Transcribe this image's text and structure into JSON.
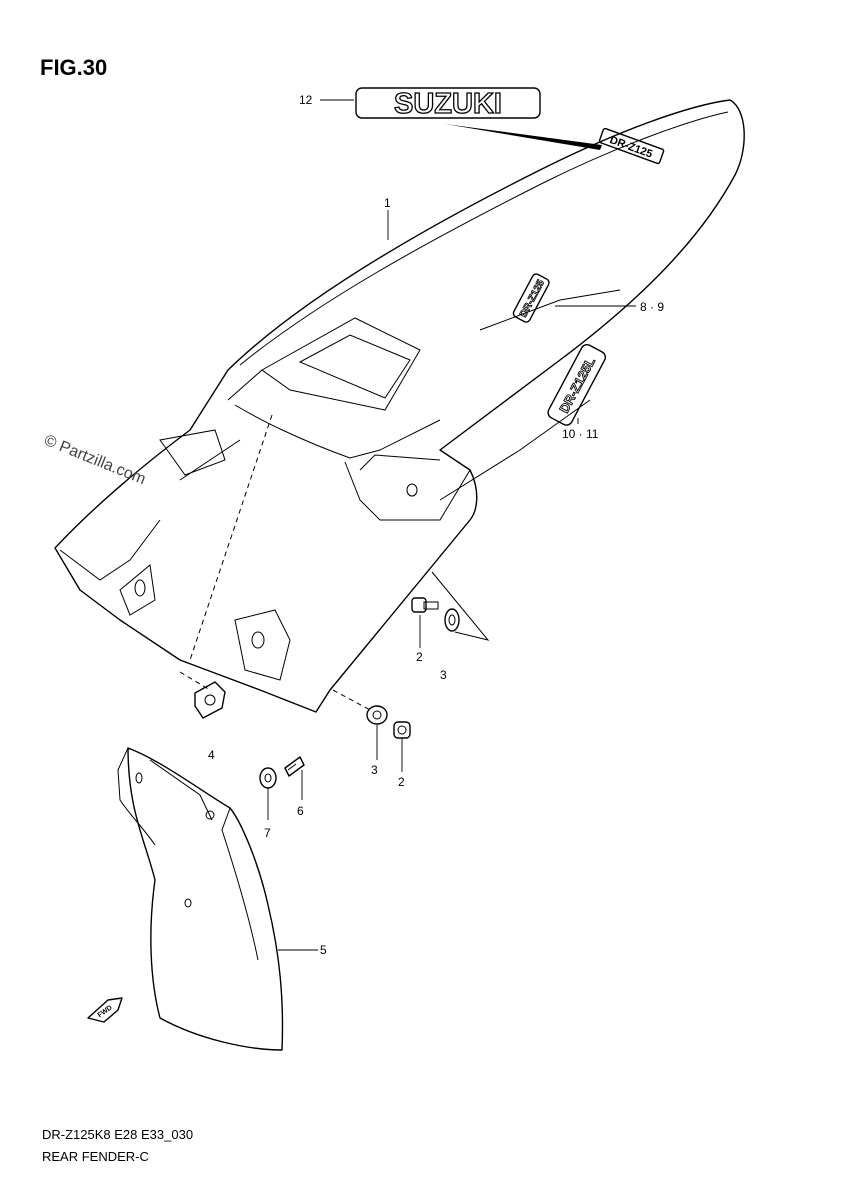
{
  "figure": {
    "title": "FIG.30",
    "watermark": "© Partzilla.com",
    "code": "DR-Z125K8 E28 E33_030",
    "name": "REAR FENDER-C"
  },
  "decals": {
    "brand": "SUZUKI",
    "model_small": "DR-Z125",
    "model_mid": "DR-Z125",
    "model_side": "DR-Z125L",
    "fwd": "FWD"
  },
  "callouts": [
    {
      "id": "c12",
      "label": "12"
    },
    {
      "id": "c1",
      "label": "1"
    },
    {
      "id": "c8_9",
      "label": "8 · 9"
    },
    {
      "id": "c10_11",
      "label": "10 · 11"
    },
    {
      "id": "c2a",
      "label": "2"
    },
    {
      "id": "c3a",
      "label": "3"
    },
    {
      "id": "c3b",
      "label": "3"
    },
    {
      "id": "c2b",
      "label": "2"
    },
    {
      "id": "c4",
      "label": "4"
    },
    {
      "id": "c7",
      "label": "7"
    },
    {
      "id": "c6",
      "label": "6"
    },
    {
      "id": "c5",
      "label": "5"
    }
  ]
}
